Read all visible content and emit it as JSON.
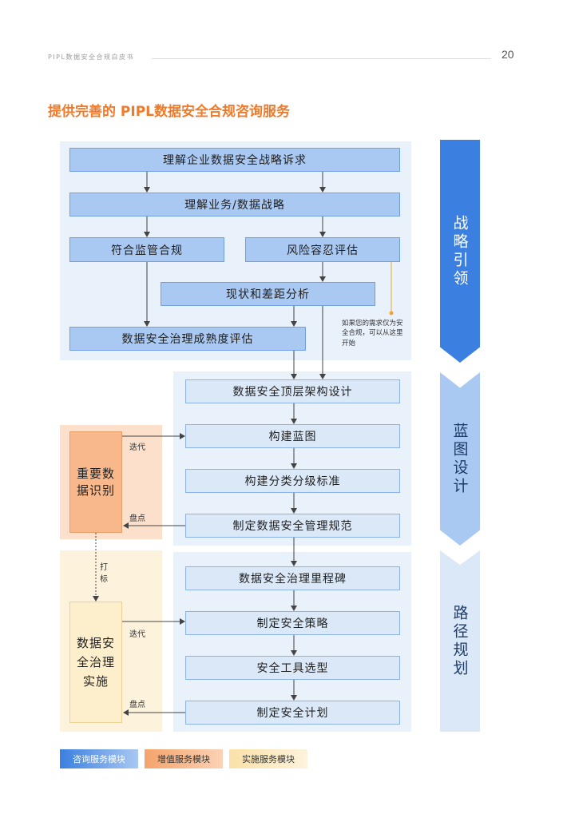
{
  "header": {
    "title": "PIPL数据安全合规白皮书",
    "page_number": "20"
  },
  "section_title": "提供完善的 PIPL数据安全合规咨询服务",
  "strategy": {
    "steps": [
      "理解企业数据安全战略诉求",
      "理解业务/数据战略",
      "符合监管合规",
      "风险容忍评估",
      "现状和差距分析",
      "数据安全治理成熟度评估"
    ],
    "note": "如果您的需求仅为安全合规，可以从这里开始"
  },
  "blueprint": {
    "steps": [
      "数据安全顶层架构设计",
      "构建蓝图",
      "构建分类分级标准",
      "制定数据安全管理规范"
    ]
  },
  "roadmap": {
    "steps": [
      "数据安全治理里程碑",
      "制定安全策略",
      "安全工具选型",
      "制定安全计划"
    ]
  },
  "value_added": {
    "label": "重要数据识别"
  },
  "implementation": {
    "label": "数据安全治理实施"
  },
  "flow_labels": {
    "iterate": "迭代",
    "inventory": "盘点",
    "tag": "打标"
  },
  "phases": [
    "战略引领",
    "蓝图设计",
    "路径规划"
  ],
  "legend": [
    {
      "label": "咨询服务模块",
      "color": "#3b7fe0"
    },
    {
      "label": "增值服务模块",
      "color": "#f5a36b"
    },
    {
      "label": "实施服务模块",
      "color": "#fbe1a8"
    }
  ],
  "colors": {
    "accent": "#f07a2b",
    "consult": "#3b7fe0",
    "value_added": "#f9b88c",
    "implementation": "#fdefcb"
  }
}
